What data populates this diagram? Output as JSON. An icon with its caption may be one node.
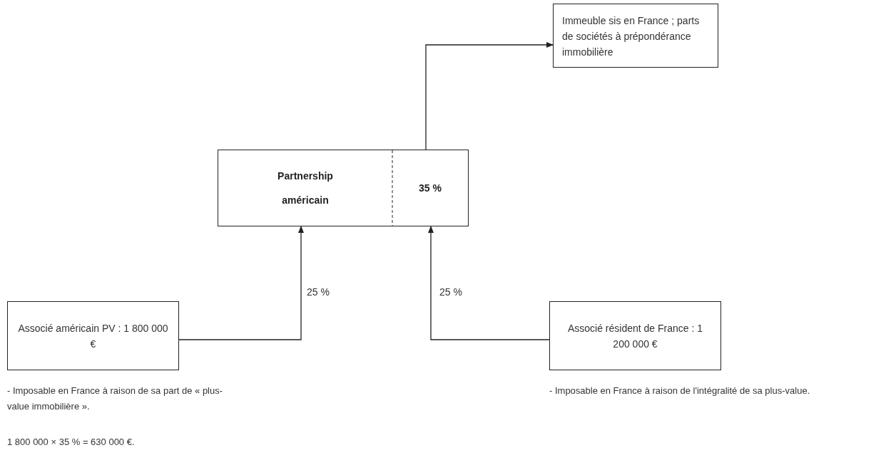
{
  "diagram": {
    "nodes": [
      {
        "text": [
          "Immeuble sis en France ; parts de sociétés à prépondérance immobilière"
        ]
      },
      {
        "text": [
          "Partnership américain",
          "35 %"
        ]
      },
      {
        "text": [
          "Associé américain PV : 1 800 000 €"
        ]
      },
      {
        "text": [
          "Associé résident de France : 1 200 000 €"
        ]
      }
    ],
    "edges": [
      {
        "from": 1,
        "to": 0,
        "arrow": "to"
      },
      {
        "from": 2,
        "to": 1,
        "arrow": "to",
        "label": "25 %"
      },
      {
        "from": 3,
        "to": 1,
        "arrow": "to",
        "label": "25 %"
      }
    ],
    "labels": [
      "- Imposable en France à raison de sa part de « plus-value immobilière ».",
      "1 800 000 × 35 % = 630 000 €.",
      "- Imposable en France à raison de l'intégralité de sa plus-value."
    ]
  }
}
